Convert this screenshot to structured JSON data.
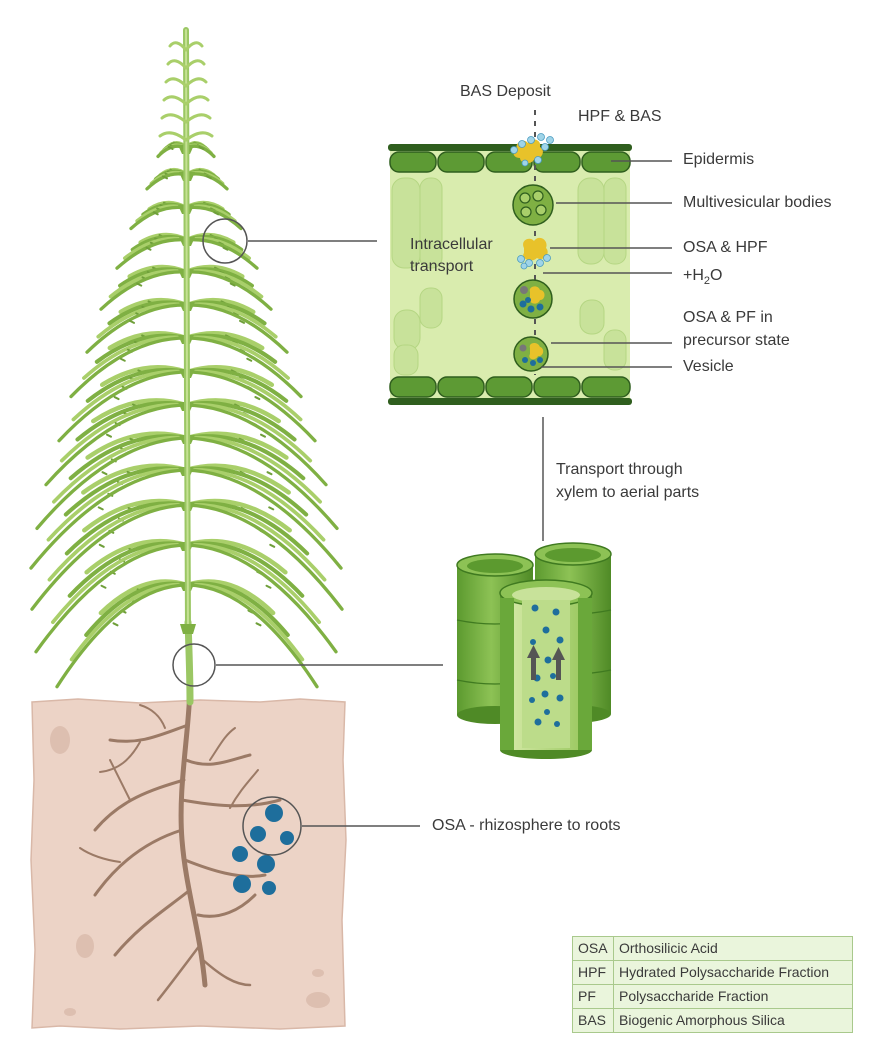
{
  "labels": {
    "bas_deposit": "BAS Deposit",
    "hpf_bas": "HPF & BAS",
    "epidermis": "Epidermis",
    "multivesicular": "Multivesicular bodies",
    "osa_hpf": "OSA & HPF",
    "h2o_prefix": "+H",
    "h2o_sub": "2",
    "h2o_suffix": "O",
    "osa_pf_line1": "OSA & PF in",
    "osa_pf_line2": "precursor state",
    "vesicle": "Vesicle",
    "intracellular_line1": "Intracellular",
    "intracellular_line2": "transport",
    "xylem_line1": "Transport through",
    "xylem_line2": "xylem to aerial parts",
    "rhizosphere": "OSA - rhizosphere to roots"
  },
  "legend": [
    {
      "abbr": "OSA",
      "full": "Orthosilicic Acid"
    },
    {
      "abbr": "HPF",
      "full": "Hydrated Polysaccharide Fraction"
    },
    {
      "abbr": "PF",
      "full": "Polysaccharide Fraction"
    },
    {
      "abbr": "BAS",
      "full": "Biogenic Amorphous Silica"
    }
  ],
  "colors": {
    "plant_light": "#a9cf6a",
    "plant_dark": "#7fb043",
    "cell_fill": "#d9ecae",
    "epidermis": "#5d9a34",
    "epidermis_dark": "#2f5e1e",
    "soil": "#ecd3c6",
    "root": "#9b7a66",
    "osa_particle": "#1e6e9c",
    "hpf_yellow": "#e8c22a",
    "bas_particle": "#9fd4e8",
    "line": "#555555"
  }
}
